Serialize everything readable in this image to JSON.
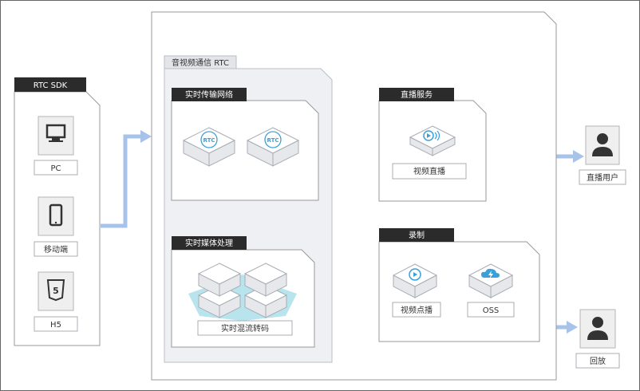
{
  "diagram": {
    "sdk": {
      "title": "RTC SDK",
      "clients": [
        "PC",
        "移动端",
        "H5"
      ]
    },
    "rtc": {
      "title": "音视频通信 RTC",
      "network": {
        "title": "实时传输网络",
        "node_label": "RTC"
      },
      "media": {
        "title": "实时媒体处理",
        "caption": "实时混流转码"
      }
    },
    "live": {
      "title": "直播服务",
      "caption": "视频直播"
    },
    "record": {
      "title": "录制",
      "items": [
        "视频点播",
        "OSS"
      ]
    },
    "users": {
      "live_user": "直播用户",
      "playback": "回放"
    },
    "colors": {
      "flow": "#a8c3ea",
      "header": "#2b2b2b",
      "accent": "#3aa0d8"
    }
  }
}
